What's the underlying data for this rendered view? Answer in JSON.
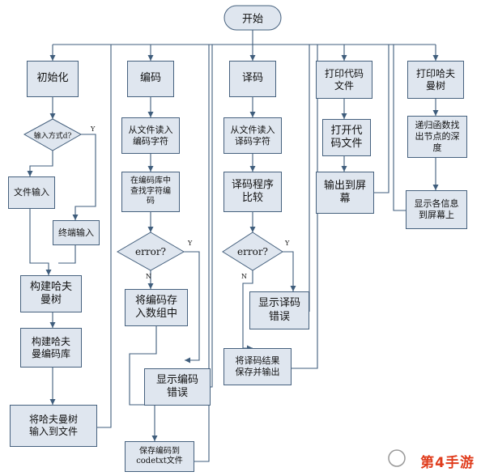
{
  "nodes": {
    "start": "开始",
    "init": "初始化",
    "encode": "编码",
    "decode": "译码",
    "print_code": "打印代码\n文件",
    "print_tree": "打印哈夫\n曼树",
    "input_mode": "输入方式d?",
    "file_input": "文件输入",
    "terminal_input": "终端输入",
    "build_tree": "构建哈夫\n曼树",
    "build_codebook": "构建哈夫\n曼编码库",
    "write_tree": "将哈夫曼树\n输入到文件",
    "read_code_chars": "从文件读入\n编码字符",
    "lookup_code": "在编码库中\n查找字符编\n码",
    "enc_error": "error?",
    "store_code": "将编码存\n入数组中",
    "show_enc_error": "显示编码\n错误",
    "save_codetxt": "保存编码到\ncodetxt文件",
    "read_dec_chars": "从文件读入\n译码字符",
    "dec_compare": "译码程序\n比较",
    "dec_error": "error?",
    "show_dec_error": "显示译码\n错误",
    "save_dec_result": "将译码结果\n保存并输出",
    "open_code_file": "打开代\n码文件",
    "output_screen": "输出到屏\n幕",
    "recursive_depth": "递归函数找\n出节点的深\n度",
    "show_info": "显示各信息\n到屏幕上"
  },
  "branch_labels": {
    "yes": "Y",
    "no": "N"
  },
  "watermark": {
    "text": "第4手游"
  },
  "colors": {
    "box_fill": "#dfe6ef",
    "box_border": "#46617e",
    "line": "#3f5d7c",
    "watermark": "#e03c1c"
  }
}
